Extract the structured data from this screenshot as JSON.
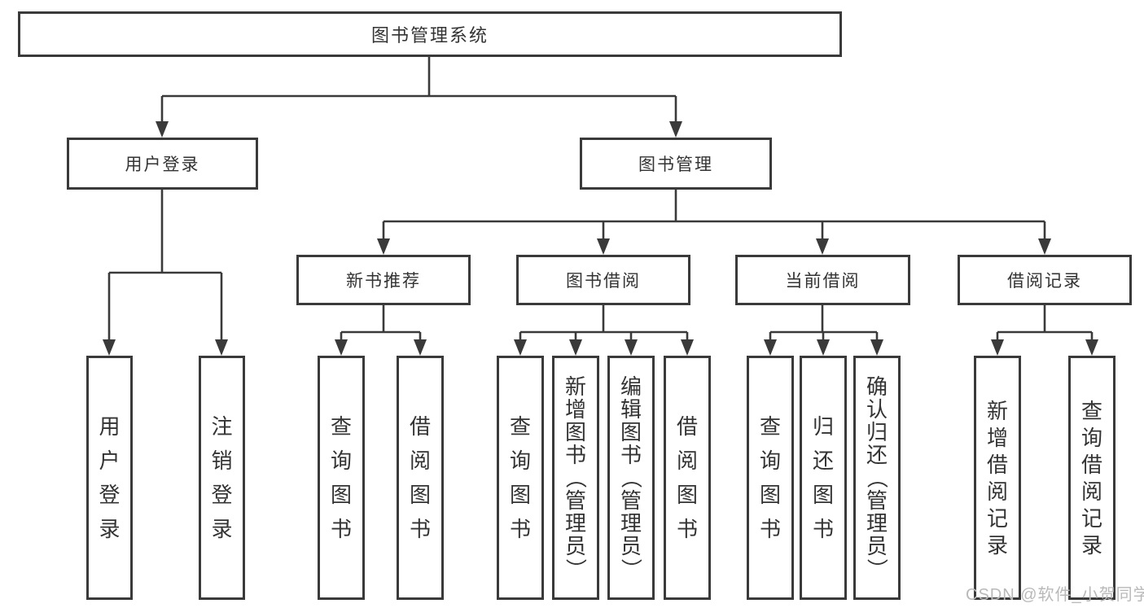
{
  "tree": {
    "root": {
      "label": "图书管理系统"
    },
    "branches": [
      {
        "label": "用户登录",
        "children": [
          {
            "label": "用户登录"
          },
          {
            "label": "注销登录"
          }
        ]
      },
      {
        "label": "图书管理",
        "groups": [
          {
            "label": "新书推荐",
            "children": [
              {
                "label": "查询图书"
              },
              {
                "label": "借阅图书"
              }
            ]
          },
          {
            "label": "图书借阅",
            "children": [
              {
                "label": "查询图书"
              },
              {
                "label": "新增图书（管理员）"
              },
              {
                "label": "编辑图书（管理员）"
              },
              {
                "label": "借阅图书"
              }
            ]
          },
          {
            "label": "当前借阅",
            "children": [
              {
                "label": "查询图书"
              },
              {
                "label": "归还图书"
              },
              {
                "label": "确认归还（管理员）"
              }
            ]
          },
          {
            "label": "借阅记录",
            "children": [
              {
                "label": "新增借阅记录"
              },
              {
                "label": "查询借阅记录"
              }
            ]
          }
        ]
      }
    ]
  },
  "watermark": "CSDN @软件_小贺同学",
  "colors": {
    "line": "#3a3a3a",
    "text": "#333333",
    "watermark": "#b9b9b9",
    "background": "#ffffff"
  }
}
